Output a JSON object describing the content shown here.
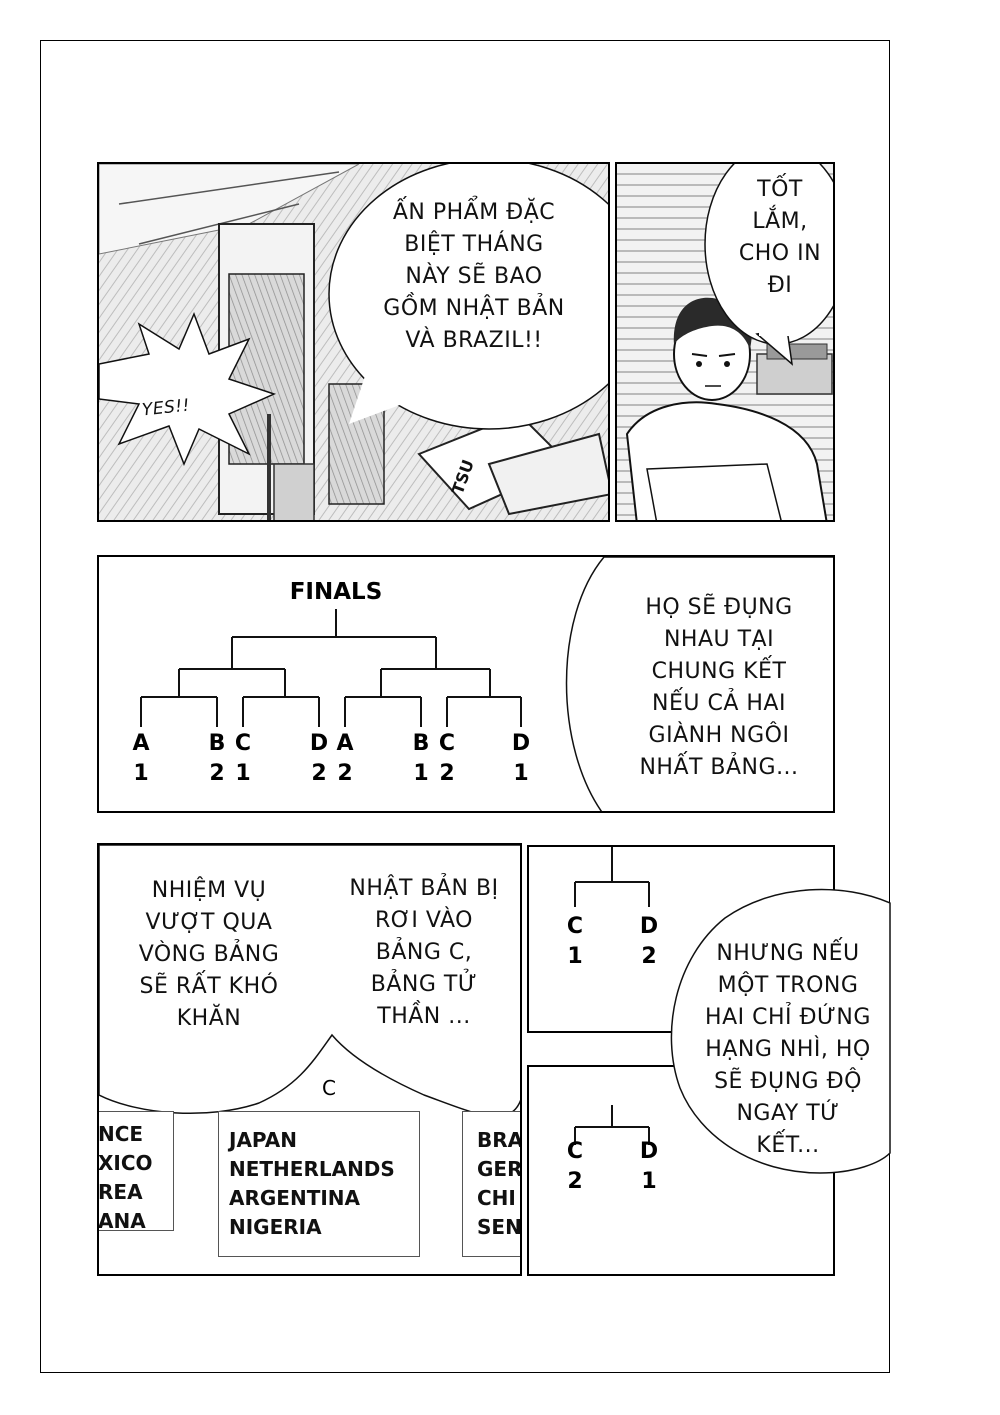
{
  "panel1": {
    "speech": [
      "ẤN PHẨM ĐẶC",
      "BIỆT THÁNG",
      "NÀY SẼ BAO",
      "GỒM NHẬT BẢN",
      "VÀ BRAZIL!!"
    ],
    "exclaim": "YES!!",
    "sign_text": "TSU"
  },
  "panel2": {
    "speech": [
      "TỐT",
      "LẮM,",
      "CHO IN",
      "ĐI"
    ]
  },
  "panel3": {
    "title": "FINALS",
    "slots": [
      {
        "group": "A",
        "rank": "1"
      },
      {
        "group": "B",
        "rank": "2"
      },
      {
        "group": "C",
        "rank": "1"
      },
      {
        "group": "D",
        "rank": "2"
      },
      {
        "group": "A",
        "rank": "2"
      },
      {
        "group": "B",
        "rank": "1"
      },
      {
        "group": "C",
        "rank": "2"
      },
      {
        "group": "D",
        "rank": "1"
      }
    ],
    "speech": [
      "HỌ SẼ ĐỤNG",
      "NHAU TẠI",
      "CHUNG KẾT",
      "NẾU CẢ HAI",
      "GIÀNH NGÔI",
      "NHẤT BẢNG..."
    ]
  },
  "panel4": {
    "speech_left": [
      "NHIỆM VỤ",
      "VƯỢT QUA",
      "VÒNG BẢNG",
      "SẼ RẤT KHÓ",
      "KHĂN"
    ],
    "speech_right": [
      "NHẬT BẢN BỊ",
      "RƠI VÀO",
      "BẢNG C,",
      "BẢNG TỬ",
      "THẦN ..."
    ],
    "group_label": "C",
    "group_left": [
      "NCE",
      "XICO",
      "REA",
      "ANA"
    ],
    "group_center": [
      "JAPAN",
      "NETHERLANDS",
      "ARGENTINA",
      "NIGERIA"
    ],
    "group_right": [
      "BRA",
      "GER",
      "CHI",
      "SEN"
    ]
  },
  "panel5": {
    "slots": [
      {
        "group": "C",
        "rank": "1"
      },
      {
        "group": "D",
        "rank": "2"
      }
    ]
  },
  "panel6": {
    "slots": [
      {
        "group": "C",
        "rank": "2"
      },
      {
        "group": "D",
        "rank": "1"
      }
    ]
  },
  "bubble_right": {
    "speech": [
      "NHƯNG NẾU",
      "MỘT TRONG",
      "HAI CHỈ ĐỨNG",
      "HẠNG NHÌ, HỌ",
      "SẼ ĐỤNG ĐỘ",
      "NGAY TỨ",
      "KẾT..."
    ]
  }
}
